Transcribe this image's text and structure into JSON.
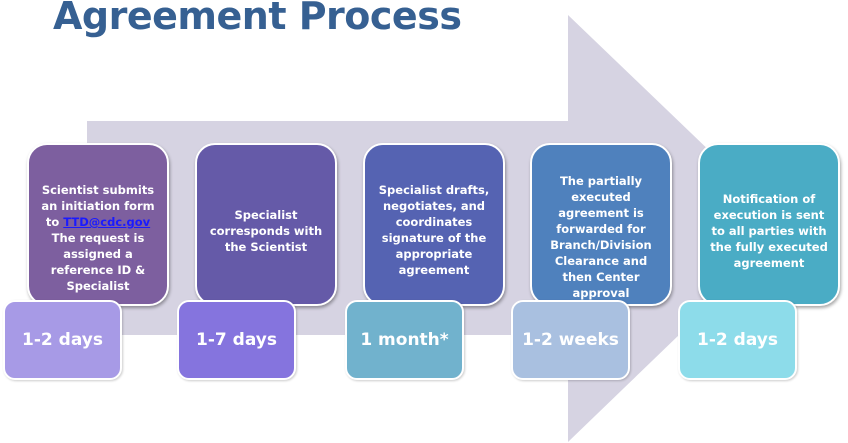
{
  "title": "Agreement Process",
  "colors": {
    "title": "#366092",
    "arrow": "#d6d3e2"
  },
  "steps": [
    {
      "text_before_link": "Scientist submits an initiation form to ",
      "link": "TTD@cdc.gov",
      "text_after_link": " The request is assigned a reference ID & Specialist",
      "color": "#7d5f9f",
      "duration": "1-2 days",
      "duration_color": "#a79ae6"
    },
    {
      "text": "Specialist corresponds with the Scientist",
      "color": "#655aa8",
      "duration": "1-7 days",
      "duration_color": "#8574de"
    },
    {
      "text": "Specialist drafts, negotiates, and coordinates signature of  the appropriate agreement",
      "color": "#5563b2",
      "duration": "1 month*",
      "duration_color": "#71b2cd"
    },
    {
      "text": "The partially executed agreement  is forwarded for Branch/Division Clearance and then Center approval",
      "color": "#4f81bd",
      "duration": "1-2 weeks",
      "duration_color": "#a9c0e0"
    },
    {
      "text": "Notification of execution is sent to all parties with the fully executed agreement",
      "color": "#4aacc5",
      "duration": "1-2 days",
      "duration_color": "#8ddcea"
    }
  ]
}
